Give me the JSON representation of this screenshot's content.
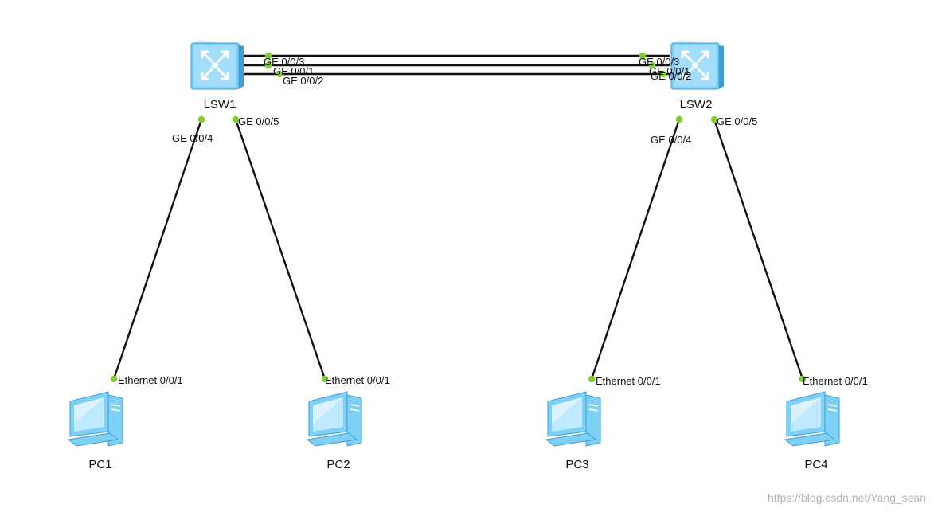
{
  "colors": {
    "link": "#111111",
    "port_dot": "#7fcf2f",
    "device_light": "#bfe9ff",
    "device_mid": "#7fd0f5",
    "device_dark": "#3b9ed8"
  },
  "devices": [
    {
      "id": "lsw1",
      "name": "LSW1",
      "type": "switch",
      "icon": "switch-icon"
    },
    {
      "id": "lsw2",
      "name": "LSW2",
      "type": "switch",
      "icon": "switch-icon"
    },
    {
      "id": "pc1",
      "name": "PC1",
      "type": "pc",
      "icon": "pc-icon"
    },
    {
      "id": "pc2",
      "name": "PC2",
      "type": "pc",
      "icon": "pc-icon"
    },
    {
      "id": "pc3",
      "name": "PC3",
      "type": "pc",
      "icon": "pc-icon"
    },
    {
      "id": "pc4",
      "name": "PC4",
      "type": "pc",
      "icon": "pc-icon"
    }
  ],
  "links": [
    {
      "from": "lsw1",
      "from_port": "GE 0/0/3",
      "to": "lsw2",
      "to_port": "GE 0/0/3"
    },
    {
      "from": "lsw1",
      "from_port": "GE 0/0/1",
      "to": "lsw2",
      "to_port": "GE 0/0/1"
    },
    {
      "from": "lsw1",
      "from_port": "GE 0/0/2",
      "to": "lsw2",
      "to_port": "GE 0/0/2"
    },
    {
      "from": "lsw1",
      "from_port": "GE 0/0/4",
      "to": "pc1",
      "to_port": "Ethernet 0/0/1"
    },
    {
      "from": "lsw1",
      "from_port": "GE 0/0/5",
      "to": "pc2",
      "to_port": "Ethernet 0/0/1"
    },
    {
      "from": "lsw2",
      "from_port": "GE 0/0/4",
      "to": "pc3",
      "to_port": "Ethernet 0/0/1"
    },
    {
      "from": "lsw2",
      "from_port": "GE 0/0/5",
      "to": "pc4",
      "to_port": "Ethernet 0/0/1"
    }
  ],
  "watermark": "https://blog.csdn.net/Yang_sean"
}
